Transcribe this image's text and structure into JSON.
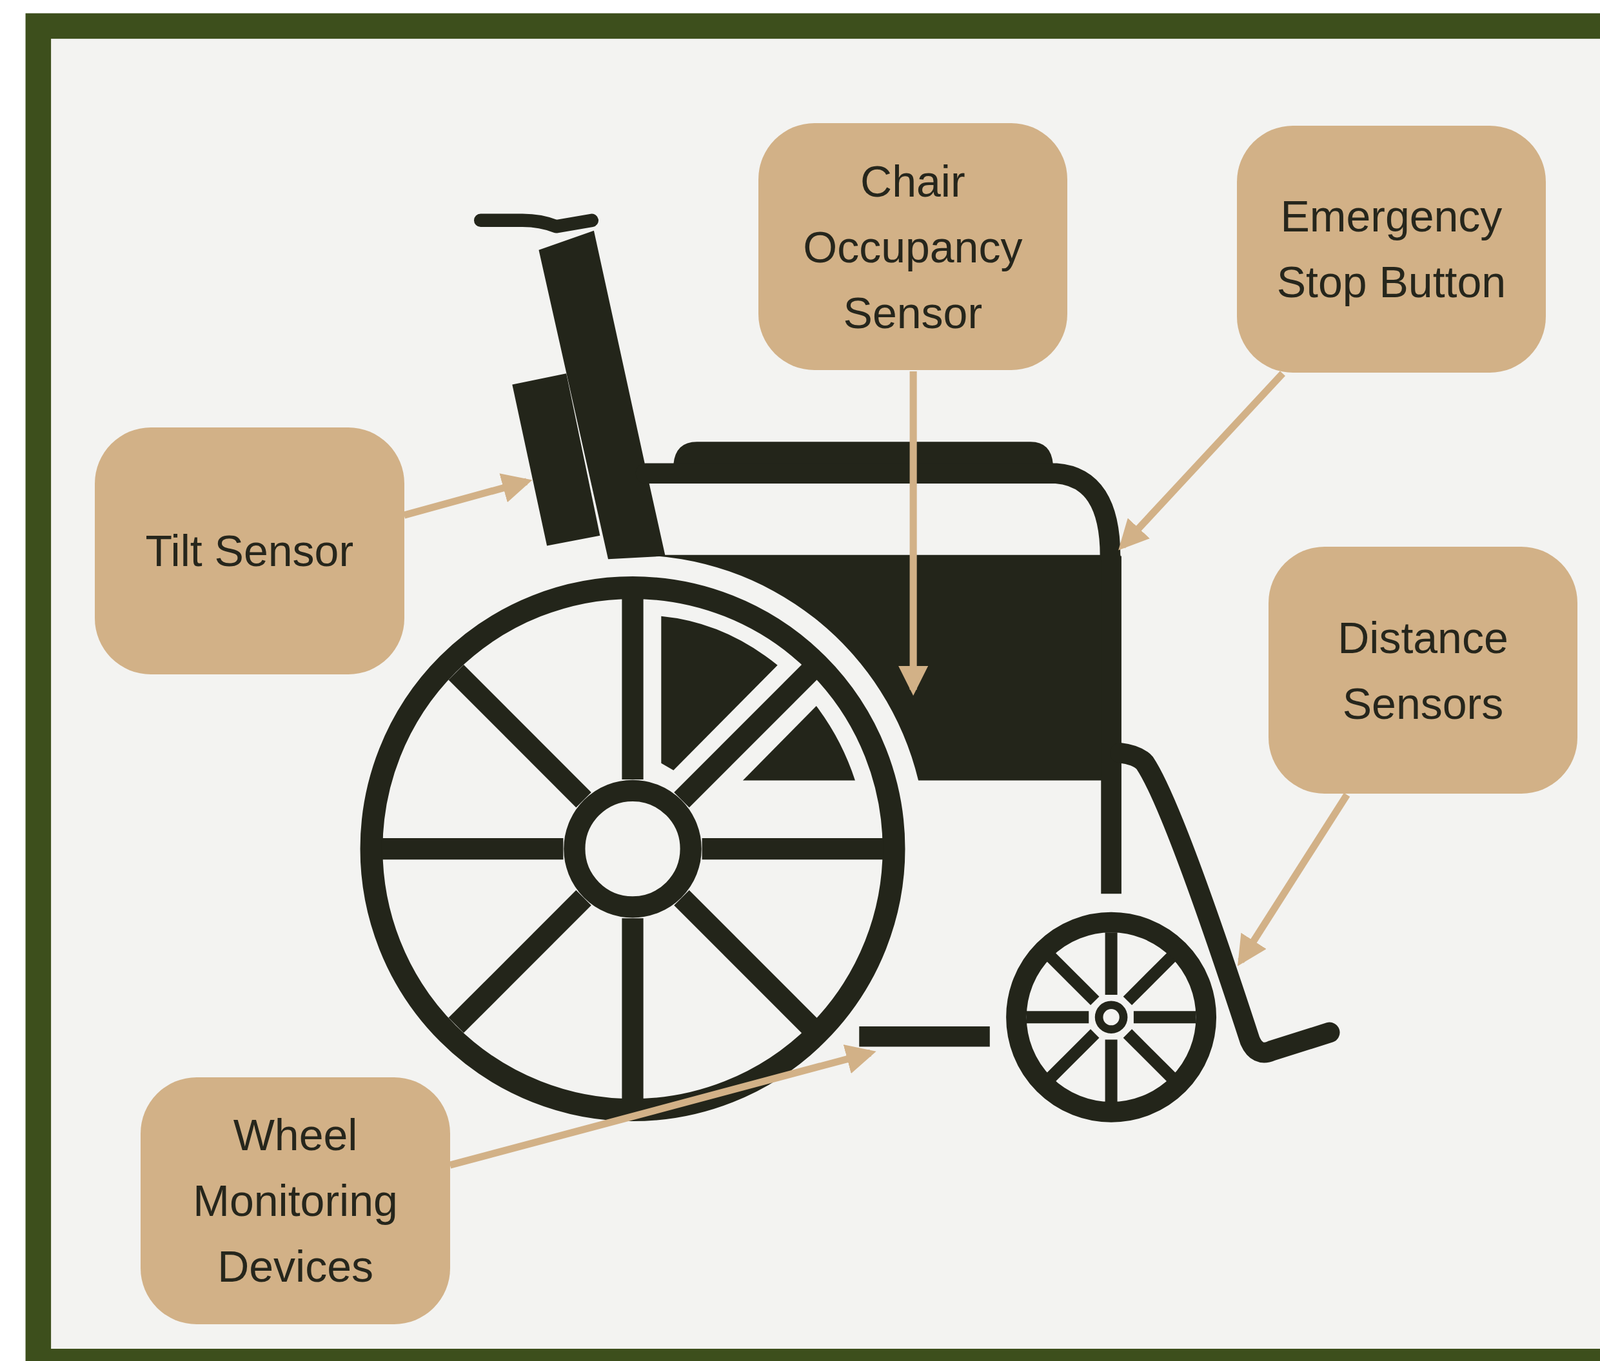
{
  "diagram": {
    "nodes": [
      {
        "text": [
          "Chair Occupancy Sensor"
        ]
      },
      {
        "text": [
          "Emergency Stop Button"
        ]
      },
      {
        "text": [
          "Tilt Sensor"
        ]
      },
      {
        "text": [
          "Distance Sensors"
        ]
      },
      {
        "text": [
          "Wheel Monitoring Devices"
        ]
      }
    ]
  }
}
